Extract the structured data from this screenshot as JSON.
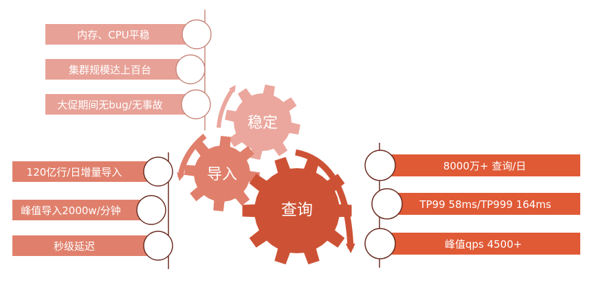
{
  "colors": {
    "light_bar": "#e8a197",
    "light_gear": "#eba79e",
    "medium": "#e0806c",
    "dark": "#cd5235",
    "bright": "#e05a36",
    "line_dark": "#6b2d22",
    "line_light": "#c98a7e",
    "text_light": "#ffffff"
  },
  "gears": {
    "stable": "稳定",
    "import": "导入",
    "query": "查询"
  },
  "stable_items": [
    "内存、CPU平稳",
    "集群规模达上百台",
    "大促期间无bug/无事故"
  ],
  "import_items": [
    "120亿行/日增量导入",
    "峰值导入2000w/分钟",
    "秒级延迟"
  ],
  "query_items": [
    "8000万+ 查询/日",
    "TP99 58ms/TP999 164ms",
    "峰值qps 4500+"
  ]
}
